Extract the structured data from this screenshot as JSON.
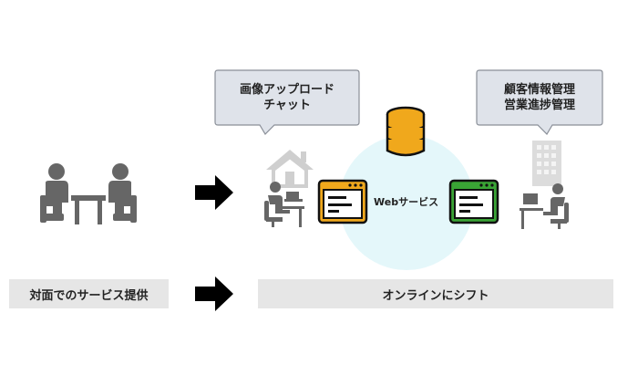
{
  "left_section": {
    "bottom_label": "対面でのサービス提供"
  },
  "right_section": {
    "bottom_label": "オンラインにシフト",
    "center_label": "Webサービス",
    "bubble_left": {
      "line1": "画像アップロード",
      "line2": "チャット"
    },
    "bubble_right": {
      "line1": "顧客情報管理",
      "line2": "営業進捗管理"
    }
  },
  "icons": {
    "meeting": "face-to-face-meeting-icon",
    "arrow": "right-arrow-icon",
    "house": "house-icon",
    "building": "office-building-icon",
    "database": "database-icon",
    "browser": "browser-window-icon",
    "user": "user-at-desk-icon"
  },
  "colors": {
    "icon_gray": "#666666",
    "light_gray": "#cfcfcf",
    "bubble_fill": "#dfe3ea",
    "bubble_border": "#8a8f98",
    "browser_left": "#f0a81c",
    "browser_right": "#3aa435",
    "database": "#f0a81c",
    "glow": "#e4f7fa",
    "label_bg": "#e6e6e6"
  }
}
